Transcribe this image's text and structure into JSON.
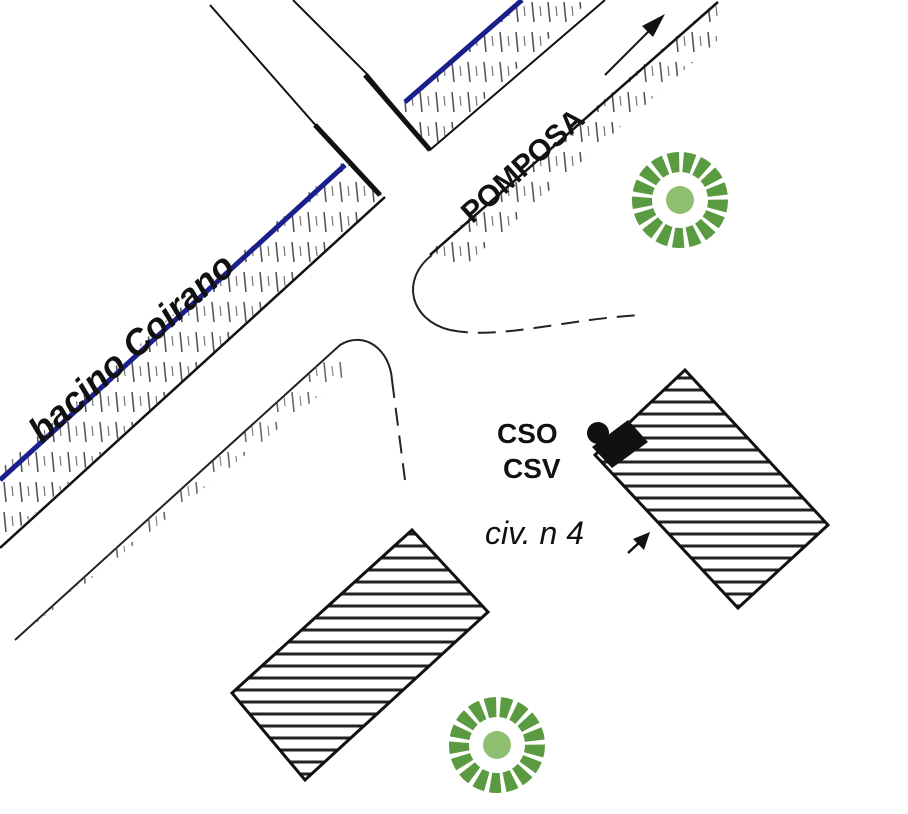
{
  "labels": {
    "street_left": "bacino Coirano",
    "street_right": "POMPOSA",
    "cso": "CSO",
    "csv": "CSV",
    "house_number": "civ. n 4"
  },
  "colors": {
    "line": "#111111",
    "water": "#1a1f8c",
    "tree": "#5a9a40"
  }
}
